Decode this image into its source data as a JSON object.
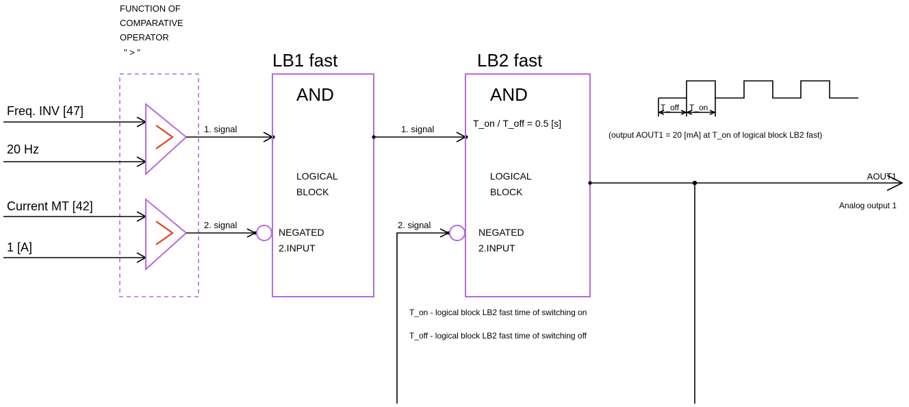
{
  "operator_title": [
    "FUNCTION OF",
    "COMPARATIVE",
    "OPERATOR",
    "\" > \""
  ],
  "lb1": {
    "title": "LB1 fast",
    "gate": "AND",
    "body": [
      "LOGICAL",
      "BLOCK"
    ],
    "negated": [
      "NEGATED",
      "2.INPUT"
    ]
  },
  "lb2": {
    "title": "LB2 fast",
    "gate": "AND",
    "timing": "T_on / T_off = 0.5 [s]",
    "body": [
      "LOGICAL",
      "BLOCK"
    ],
    "negated": [
      "NEGATED",
      "2.INPUT"
    ]
  },
  "inputs": [
    "Freq. INV [47]",
    "20 Hz",
    "Current MT [42]",
    "1 [A]"
  ],
  "signals": {
    "lb1_signal_1": "1. signal",
    "lb1_signal_2": "2. signal",
    "lb2_signal_1": "1. signal",
    "lb2_signal_2": "2. signal"
  },
  "output": {
    "name": "AOUT1",
    "description": "Analog output 1",
    "note": "(output AOUT1 = 20 [mA] at T_on of logical block LB2 fast)"
  },
  "waveform": {
    "t_off": "T_off",
    "t_on": "T_on"
  },
  "legend": [
    "T_on - logical block LB2 fast time of switching on",
    "T_off - logical block LB2 fast time of switching off"
  ],
  "colors": {
    "block_stroke": "#b36ae2",
    "comparator_symbol": "#e0401a",
    "wire": "#000000"
  }
}
